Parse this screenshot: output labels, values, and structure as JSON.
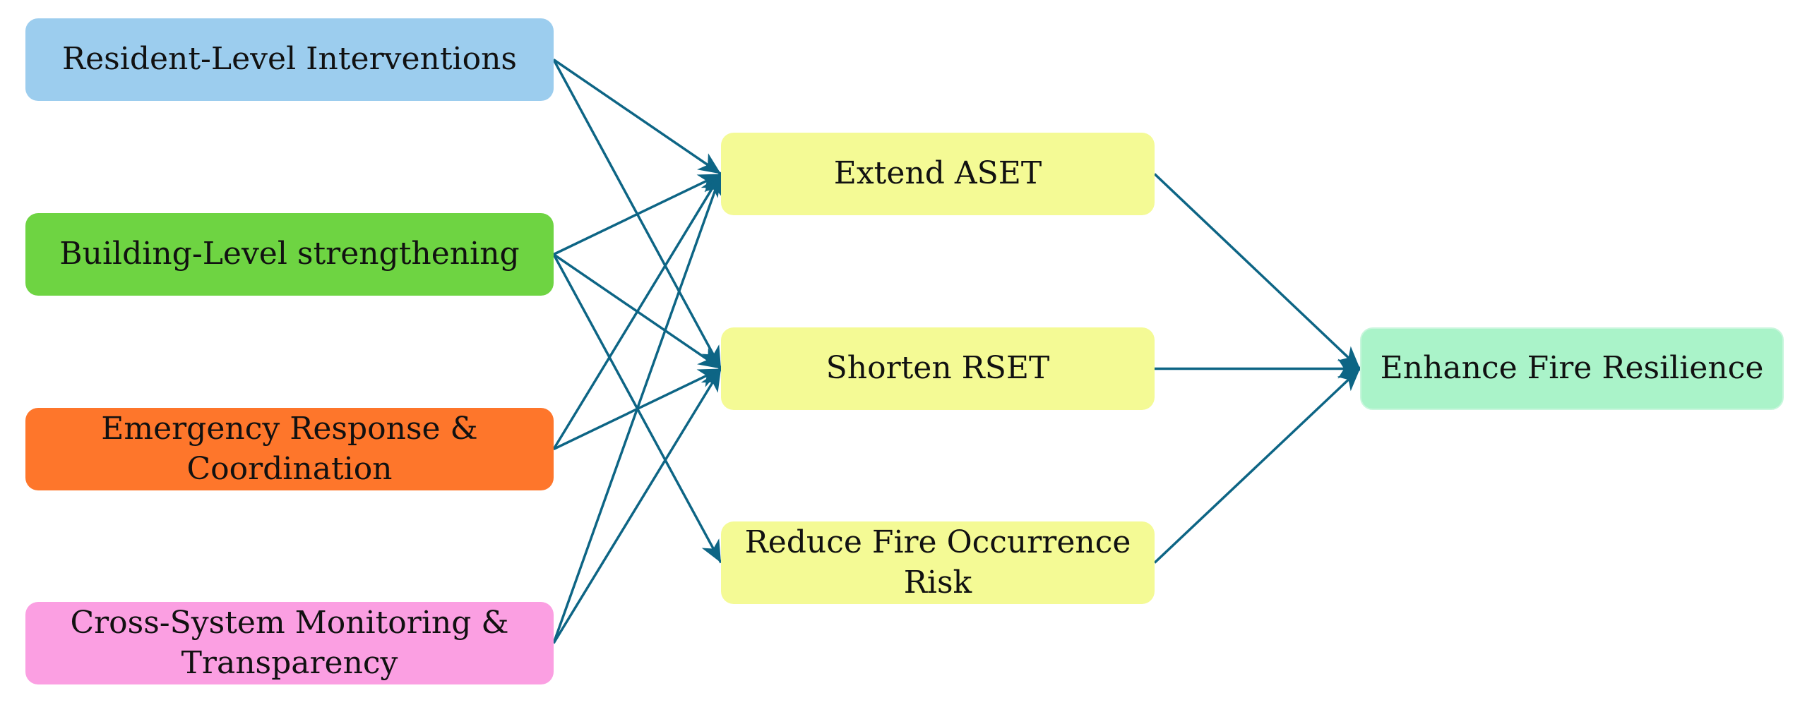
{
  "colors": {
    "edge": "#0d6585",
    "resident": "#9ccdee",
    "building": "#6ed442",
    "emergency": "#fe762b",
    "monitoring": "#fb9fe2",
    "mid": "#f4fa95",
    "goal": "#aaf3c9"
  },
  "nodes": {
    "resident": {
      "label": "Resident-Level Interventions"
    },
    "building": {
      "label": "Building-Level strengthening"
    },
    "emergency": {
      "label": "Emergency Response &\nCoordination"
    },
    "monitoring": {
      "label": "Cross-System Monitoring &\nTransparency"
    },
    "aset": {
      "label": "Extend ASET"
    },
    "rset": {
      "label": "Shorten RSET"
    },
    "risk": {
      "label": "Reduce Fire Occurrence\nRisk"
    },
    "resilience": {
      "label": "Enhance Fire Resilience"
    }
  },
  "edges": [
    {
      "from": "resident",
      "to": "aset"
    },
    {
      "from": "resident",
      "to": "rset"
    },
    {
      "from": "building",
      "to": "aset"
    },
    {
      "from": "building",
      "to": "rset"
    },
    {
      "from": "building",
      "to": "risk"
    },
    {
      "from": "emergency",
      "to": "aset"
    },
    {
      "from": "emergency",
      "to": "rset"
    },
    {
      "from": "monitoring",
      "to": "aset"
    },
    {
      "from": "monitoring",
      "to": "rset"
    },
    {
      "from": "aset",
      "to": "resilience"
    },
    {
      "from": "rset",
      "to": "resilience"
    },
    {
      "from": "risk",
      "to": "resilience"
    }
  ]
}
